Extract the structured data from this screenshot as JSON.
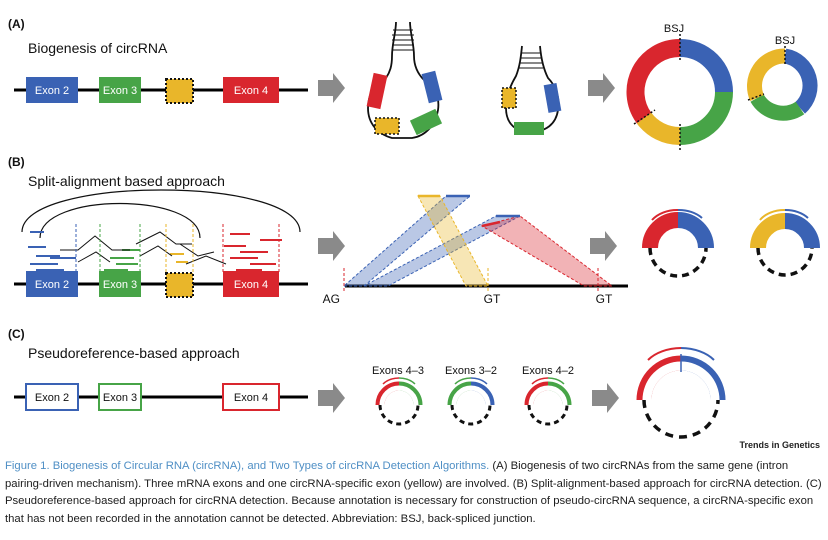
{
  "colors": {
    "exon2": "#3a62b4",
    "exon3": "#47a447",
    "exon4": "#d9262e",
    "specific": "#e9b62a",
    "arrow": "#8a8a8a",
    "caption_title": "#4f8fc5"
  },
  "panel_a": {
    "label": "(A)",
    "title": "Biogenesis of circRNA",
    "exons": [
      "Exon 2",
      "Exon 3",
      "Exon 4"
    ],
    "bsj_labels": [
      "BSJ",
      "BSJ"
    ]
  },
  "panel_b": {
    "label": "(B)",
    "title": "Split-alignment based approach",
    "exons": [
      "Exon 2",
      "Exon 3",
      "Exon 4"
    ],
    "splice_labels": [
      "AG",
      "GT",
      "GT"
    ]
  },
  "panel_c": {
    "label": "(C)",
    "title": "Pseudoreference-based approach",
    "exons": [
      "Exon 2",
      "Exon 3",
      "Exon 4"
    ],
    "pseudo_labels": [
      "Exons 4–3",
      "Exons 3–2",
      "Exons 4–2"
    ]
  },
  "brand": "Trends in Genetics",
  "caption": {
    "title": "Figure 1. Biogenesis of Circular RNA (circRNA), and Two Types of circRNA Detection Algorithms.",
    "body": " (A) Biogenesis of two circRNAs from the same gene (intron pairing-driven mechanism). Three mRNA exons and one circRNA-specific exon (yellow) are involved. (B) Split-alignment-based approach for circRNA detection. (C) Pseudoreference-based approach for circRNA detection. Because annotation is necessary for construction of pseudo-circRNA sequence, a circRNA-specific exon that has not been recorded in the annotation cannot be detected. Abbreviation: BSJ, back-spliced junction."
  }
}
